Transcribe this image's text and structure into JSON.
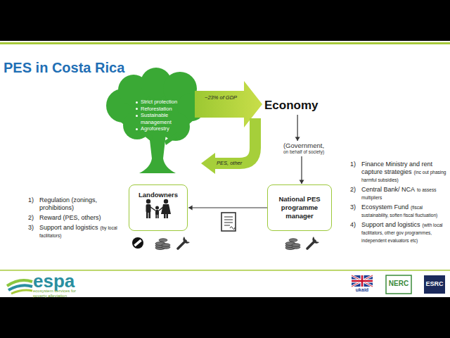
{
  "diagram": {
    "title": "PES in Costa Rica",
    "nodes": [
      {
        "text": [
          "Strict protection",
          "Reforestation",
          "Sustainable management",
          "Agroforestry"
        ]
      },
      {
        "text": [
          "Economy"
        ]
      },
      {
        "text": [
          "(Government,",
          "on behalf of society)"
        ]
      },
      {
        "text": [
          "Landowners"
        ]
      },
      {
        "text": [
          "National PES programme manager"
        ]
      }
    ],
    "edges": [
      {
        "from": 0,
        "to": 1,
        "arrow": "to",
        "label": "~23% of GDP"
      },
      {
        "from": 1,
        "to": 0,
        "arrow": "to",
        "label": "PES, other"
      },
      {
        "from": 1,
        "to": 2,
        "arrow": "to"
      },
      {
        "from": 2,
        "to": 4,
        "arrow": "to"
      },
      {
        "from": 4,
        "to": 3,
        "arrow": "to"
      }
    ],
    "labels": [
      "1)",
      "Regulation (zonings, prohibitions)",
      "2)",
      "Reward (PES, others)",
      "3)",
      "Support and logistics",
      "(by local facilitators)",
      "1)",
      "Finance Ministry and rent capture strategies",
      "(inc out phasing harmful subsidies)",
      "2)",
      "Central Bank/ NCA",
      "to assess multipliers",
      "3)",
      "Ecosystem Fund",
      "(fiscal sustainability, soften fiscal fluctuation)",
      "4)",
      "Support and logistics",
      "(with local facilitators, other gov programmes, independent evaluators etc)",
      "espa",
      "ecosystem services for poverty alleviation",
      "ukaid",
      "NERC",
      "ESRC"
    ]
  }
}
